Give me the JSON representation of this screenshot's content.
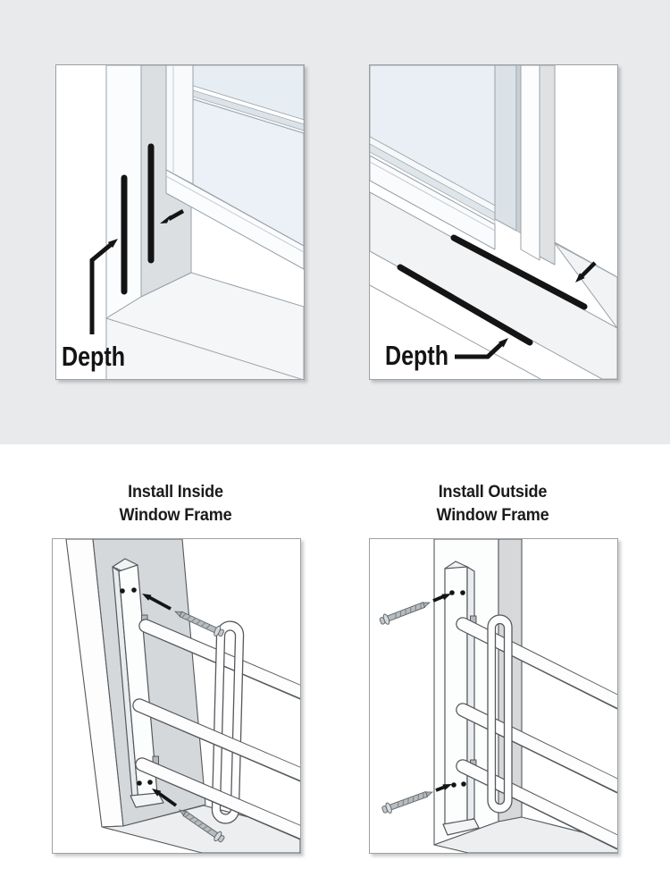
{
  "measure_section": {
    "left_panel": {
      "label": "Depth",
      "depicts": "measure depth on window side jamb"
    },
    "right_panel": {
      "label": "Depth",
      "depicts": "measure depth on window sill"
    }
  },
  "install_section": {
    "left_panel": {
      "title_lines": [
        "Install Inside",
        "Window Frame"
      ],
      "depicts": "bracket screwed to inside of window frame"
    },
    "right_panel": {
      "title_lines": [
        "Install Outside",
        "Window Frame"
      ],
      "depicts": "bracket screwed to outside of window frame"
    }
  },
  "colors": {
    "background_top": "#e9eaec",
    "background_bottom": "#ffffff",
    "annotation_black": "#141414",
    "title_text": "#1b1b1d",
    "glass_blue": "#e9eff4",
    "frame_gray": "#d6d8da",
    "outline_light": "#9aa2a8",
    "outline_dark": "#55585c",
    "screw_metal": "#aab1ae"
  }
}
